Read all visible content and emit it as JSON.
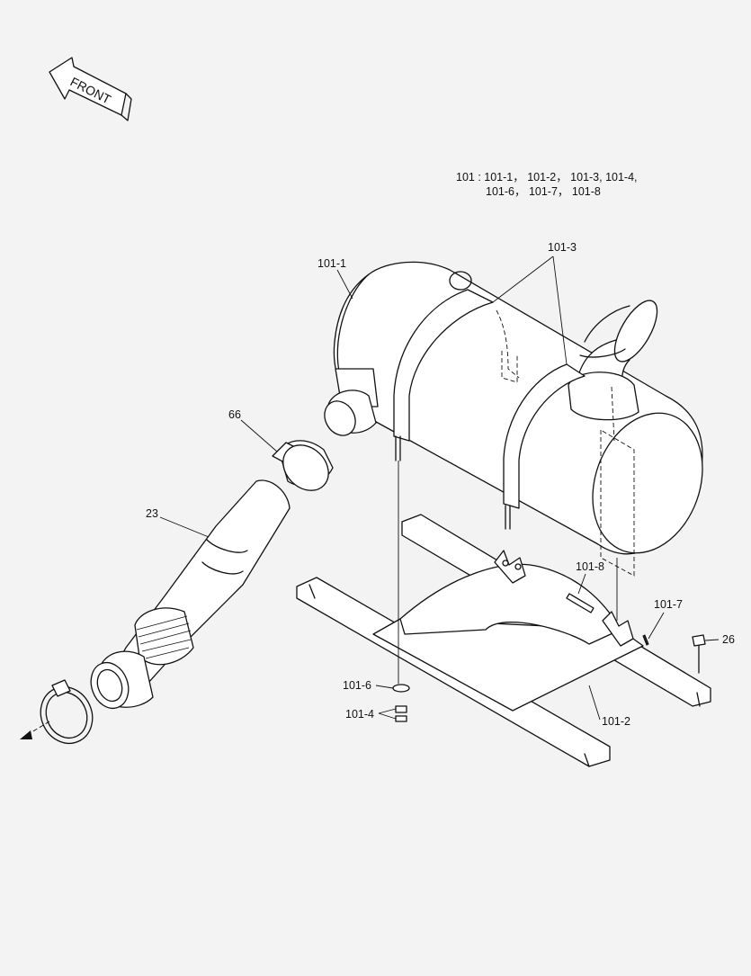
{
  "orientation": {
    "text": "FRONT"
  },
  "assembly_note": {
    "line1": "101 : 101-1， 101-2， 101-3, 101-4,",
    "line2": "101-6， 101-7， 101-8"
  },
  "callouts": {
    "c101_1": "101-1",
    "c101_3": "101-3",
    "c66": "66",
    "c23": "23",
    "c101_8": "101-8",
    "c101_7": "101-7",
    "c26": "26",
    "c101_6": "101-6",
    "c101_4": "101-4",
    "c101_2": "101-2"
  },
  "parts": [
    {
      "ref": "101-1",
      "name": "muffler"
    },
    {
      "ref": "101-2",
      "name": "bracket"
    },
    {
      "ref": "101-3",
      "name": "band"
    },
    {
      "ref": "101-4",
      "name": "nut"
    },
    {
      "ref": "101-6",
      "name": "washer"
    },
    {
      "ref": "101-7",
      "name": "cotter pin"
    },
    {
      "ref": "101-8",
      "name": "pin"
    },
    {
      "ref": "66",
      "name": "clamp"
    },
    {
      "ref": "23",
      "name": "exhaust pipe"
    },
    {
      "ref": "26",
      "name": "bolt"
    }
  ]
}
